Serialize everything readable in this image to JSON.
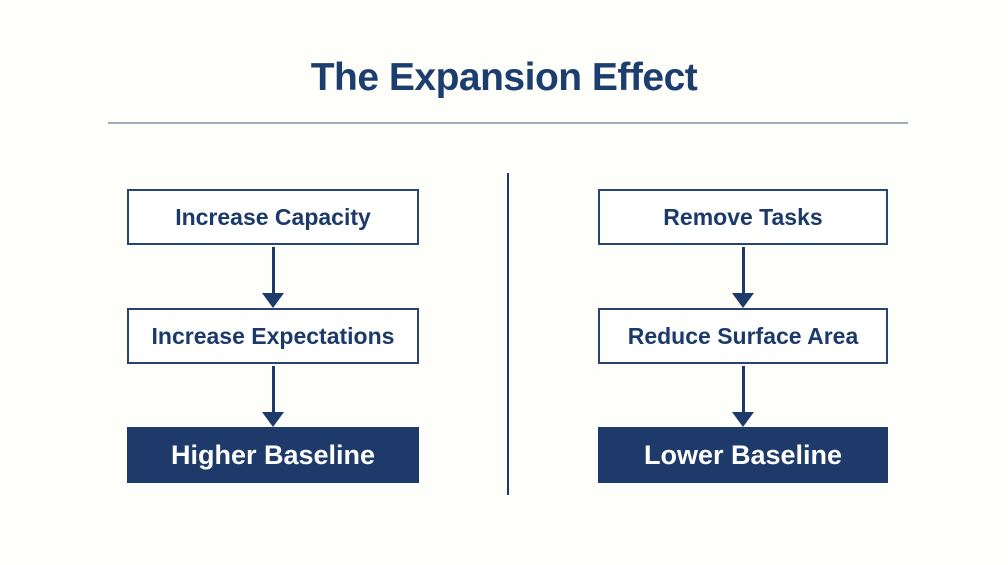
{
  "title": "The Expansion Effect",
  "colors": {
    "navy": "#1e3a6b",
    "title_text": "#1c3e6e",
    "rule_gray": "#a4aeb9",
    "background": "#fefefb",
    "box_text_white": "#ffffff"
  },
  "columns": [
    {
      "id": "expansion-path",
      "steps": [
        {
          "label": "Increase Capacity",
          "style": "outline"
        },
        {
          "label": "Increase Expectations",
          "style": "outline"
        },
        {
          "label": "Higher Baseline",
          "style": "filled"
        }
      ]
    },
    {
      "id": "reduction-path",
      "steps": [
        {
          "label": "Remove Tasks",
          "style": "outline"
        },
        {
          "label": "Reduce Surface Area",
          "style": "outline"
        },
        {
          "label": "Lower Baseline",
          "style": "filled"
        }
      ]
    }
  ]
}
